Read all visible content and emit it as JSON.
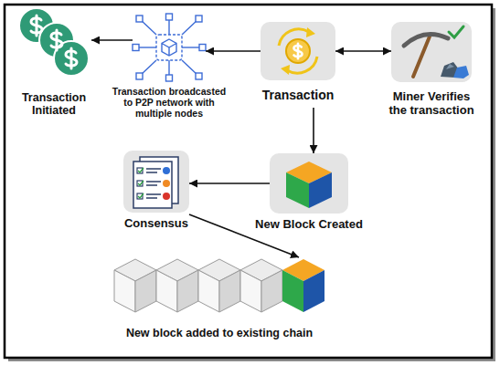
{
  "diagram": {
    "nodes": [
      {
        "text": [
          "Transaction Initiated"
        ]
      },
      {
        "text": [
          "Transaction broadcasted to P2P network with multiple nodes"
        ]
      },
      {
        "text": [
          "Transaction"
        ]
      },
      {
        "text": [
          "Miner Verifies the transaction"
        ]
      },
      {
        "text": [
          "New Block Created"
        ]
      },
      {
        "text": [
          "Consensus"
        ]
      },
      {
        "text": [
          "New block added to existing chain"
        ]
      }
    ],
    "edges": [
      {
        "from": 2,
        "to": 1,
        "arrow": "to"
      },
      {
        "from": 1,
        "to": 0,
        "arrow": "to"
      },
      {
        "from": 2,
        "to": 3,
        "arrow": "both"
      },
      {
        "from": 2,
        "to": 4,
        "arrow": "to"
      },
      {
        "from": 4,
        "to": 5,
        "arrow": "to"
      },
      {
        "from": 5,
        "to": 6,
        "arrow": "to"
      }
    ]
  }
}
